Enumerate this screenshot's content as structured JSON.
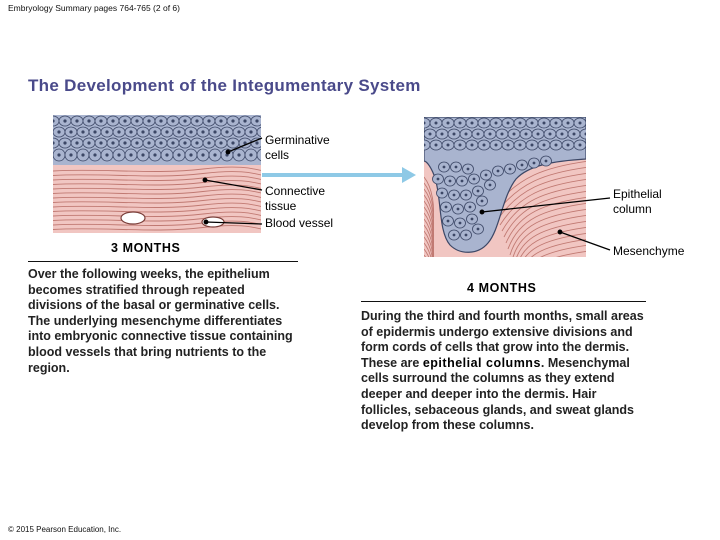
{
  "header": {
    "text": "Embryology Summary pages 764-765 (2 of 6)"
  },
  "title": "The Development of the Integumentary System",
  "left_figure": {
    "labels": {
      "germinative": [
        "Germinative",
        "cells"
      ],
      "connective": [
        "Connective",
        "tissue"
      ],
      "blood_vessel": "Blood vessel"
    },
    "months": "3 MONTHS",
    "paragraph": "Over the following weeks, the epithelium becomes stratified through repeated divisions of the basal or germinative cells. The underlying mesenchyme differentiates into embryonic connective tissue containing blood vessels that bring nutrients to the region."
  },
  "right_figure": {
    "labels": {
      "epithelial_column": [
        "Epithelial",
        "column"
      ],
      "mesenchyme": "Mesenchyme"
    },
    "months": "4 MONTHS",
    "paragraph_start": "During the third and fourth months, small areas of epidermis undergo extensive divisions and form cords of cells that grow into the dermis. These are ",
    "paragraph_term": "epithelial columns",
    "paragraph_end": ". Mesenchymal cells surround the columns as they extend deeper and deeper into the dermis. Hair follicles, sebaceous glands, and sweat glands develop from these columns."
  },
  "footer": {
    "text": "© 2015 Pearson Education, Inc."
  },
  "colors": {
    "title": "#4a4a8a",
    "epidermis_fill": "#a9b4cf",
    "cell_outline": "#3c4766",
    "dermis_fill": "#f1c6c2",
    "fiber": "#b5675f",
    "arrow": "#8ec9e6"
  }
}
